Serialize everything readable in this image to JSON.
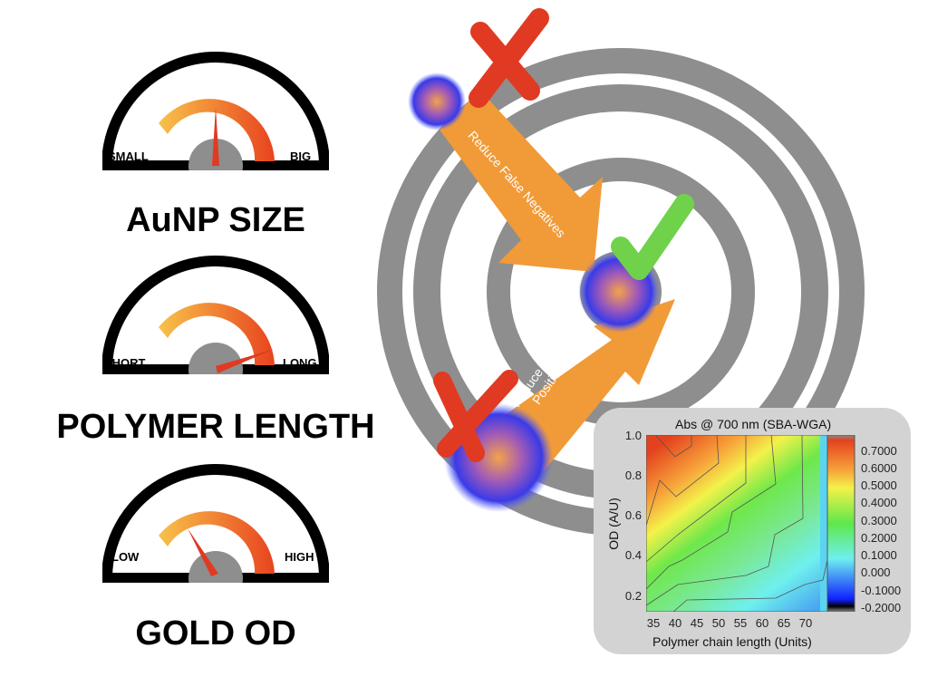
{
  "gauges": [
    {
      "title": "AuNP SIZE",
      "min_label": "SMALL",
      "max_label": "BIG",
      "level": 0.5
    },
    {
      "title": "POLYMER LENGTH",
      "min_label": "SHORT",
      "max_label": "LONG",
      "level": 0.87
    },
    {
      "title": "GOLD OD",
      "min_label": "LOW",
      "max_label": "HIGH",
      "level": 0.3
    }
  ],
  "target": {
    "arrow_top_label": "Reduce False Negatives",
    "arrow_bottom_label": "Reduce False Positives"
  },
  "colors": {
    "orange": "#f19a38",
    "gray": "#8e8e8e",
    "red": "#e03a22",
    "green": "#6fd24a"
  },
  "chart_data": {
    "type": "heatmap",
    "title": "Abs @ 700 nm (SBA-WGA)",
    "xlabel": "Polymer chain length (Units)",
    "ylabel": "OD (A/U)",
    "xlim": [
      33,
      74
    ],
    "ylim": [
      0.13,
      1.0
    ],
    "xticks": [
      "35",
      "40",
      "45",
      "50",
      "55",
      "60",
      "65",
      "70"
    ],
    "yticks": [
      "0.2",
      "0.4",
      "0.6",
      "0.8",
      "1.0"
    ],
    "colorbar_ticks": [
      "0.7000",
      "0.6000",
      "0.5000",
      "0.4000",
      "0.3000",
      "0.2000",
      "0.1000",
      "0.000",
      "-0.1000",
      "-0.2000"
    ],
    "zlim": [
      -0.2,
      0.75
    ],
    "peak": {
      "x": 40,
      "y": 1.0,
      "z": 0.72
    }
  }
}
